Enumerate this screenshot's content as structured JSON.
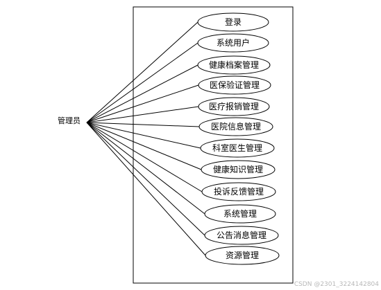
{
  "actor": {
    "label": "管理员"
  },
  "use_cases": [
    {
      "label": "登录"
    },
    {
      "label": "系统用户"
    },
    {
      "label": "健康档案管理"
    },
    {
      "label": "医保验证管理"
    },
    {
      "label": "医疗报销管理"
    },
    {
      "label": "医院信息管理"
    },
    {
      "label": "科室医生管理"
    },
    {
      "label": "健康知识管理"
    },
    {
      "label": "投诉反馈管理"
    },
    {
      "label": "系统管理"
    },
    {
      "label": "公告消息管理"
    },
    {
      "label": "资源管理"
    }
  ],
  "watermark": "CSDN @2301_3224142804",
  "colors": {
    "stroke": "#000000",
    "background": "#ffffff",
    "watermark": "#b8b8b8"
  }
}
